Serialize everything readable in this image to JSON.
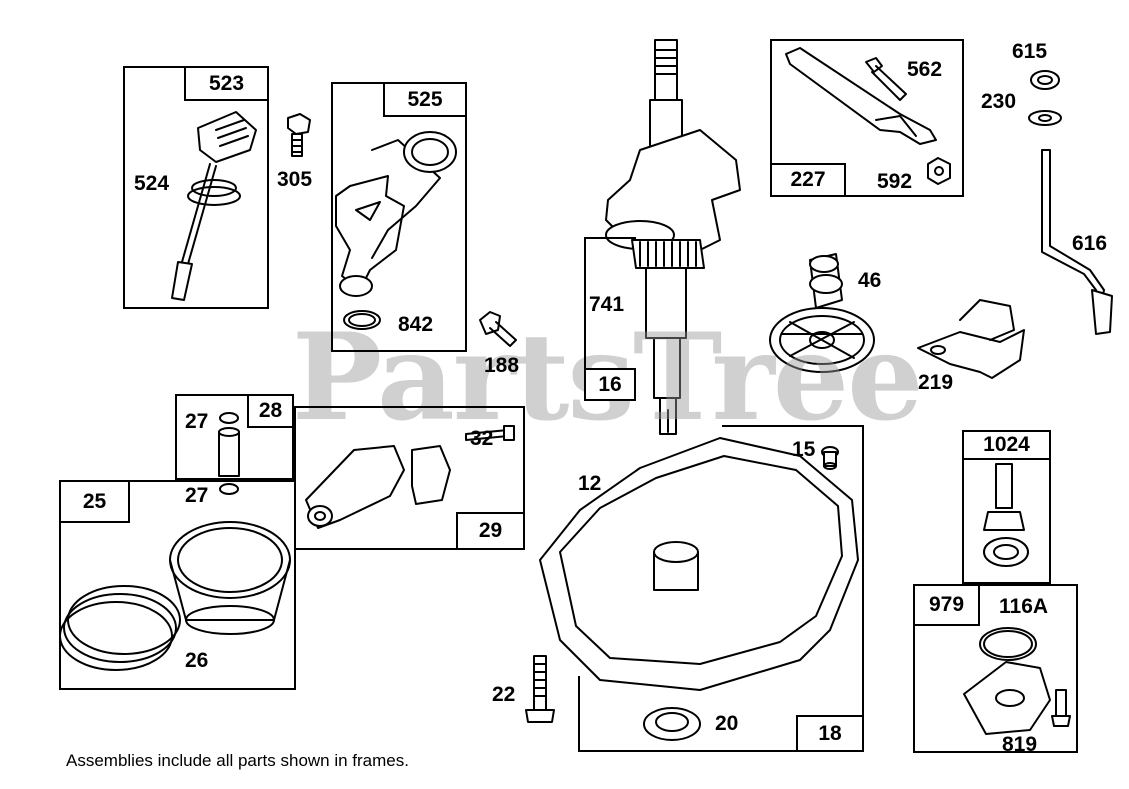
{
  "watermark": "PartsTree",
  "footer_note": "Assemblies include all parts shown in frames.",
  "frames": {
    "f523": "523",
    "f525": "525",
    "f227": "227",
    "f16": "16",
    "f28": "28",
    "f29": "29",
    "f25": "25",
    "f18": "18",
    "f1024": "1024",
    "f979": "979"
  },
  "parts": {
    "p524": "524",
    "p305": "305",
    "p842": "842",
    "p188": "188",
    "p562": "562",
    "p592": "592",
    "p615": "615",
    "p230": "230",
    "p616": "616",
    "p741": "741",
    "p46": "46",
    "p219": "219",
    "p27a": "27",
    "p27b": "27",
    "p32": "32",
    "p26": "26",
    "p12": "12",
    "p15": "15",
    "p22": "22",
    "p20": "20",
    "p116a": "116A",
    "p819": "819"
  }
}
